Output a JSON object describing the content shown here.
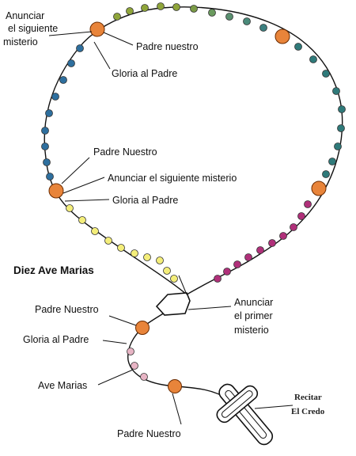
{
  "colors": {
    "large_bead": "#e8843a",
    "blue": "#2e6f9e",
    "olive": "#8fa53a",
    "teal": "#2f7a7a",
    "yellow": "#f4ee7a",
    "magenta": "#b0307a",
    "pink": "#e7b4c4",
    "cord": "#111111"
  },
  "labels": {
    "top_left_line1": "Anunciar",
    "top_left_line2": "el siguiente",
    "top_left_line3": "misterio",
    "padre_nuestro_top": "Padre nuestro",
    "gloria_top": "Gloria al Padre",
    "padre_nuestro_mid": "Padre Nuestro",
    "anunciar_mid": "Anunciar el siguiente misterio",
    "gloria_mid": "Gloria al Padre",
    "diez_ave": "Diez Ave Marias",
    "padre_nuestro_low": "Padre Nuestro",
    "gloria_low": "Gloria al Padre",
    "ave_marias": "Ave Marias",
    "padre_nuestro_bottom": "Padre Nuestro",
    "anunciar_right_line1": "Anunciar",
    "anunciar_right_line2": "el primer",
    "anunciar_right_line3": "misterio",
    "recitar_line1": "Recitar",
    "recitar_line2": "El Credo"
  }
}
